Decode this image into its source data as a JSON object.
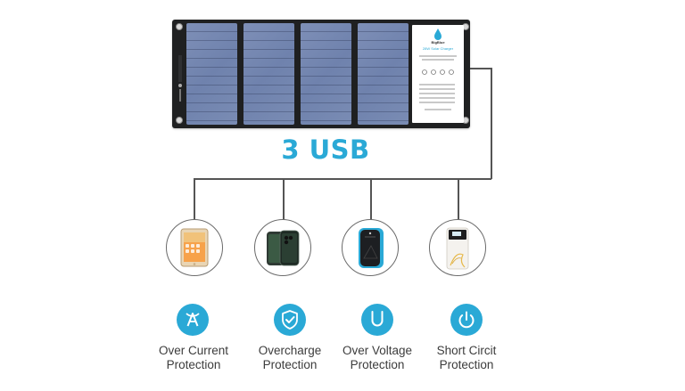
{
  "panel": {
    "label_card": {
      "brand": "BigBlue",
      "title": "28W Solar Charger"
    }
  },
  "headline": "3 USB",
  "devices": [
    {
      "name": "tablet"
    },
    {
      "name": "smartphone"
    },
    {
      "name": "rugged-power-bank"
    },
    {
      "name": "power-bank"
    }
  ],
  "protections": [
    {
      "line1": "Over Current",
      "line2": "Protection",
      "icon": "current-icon"
    },
    {
      "line1": "Overcharge",
      "line2": "Protection",
      "icon": "shield-check-icon"
    },
    {
      "line1": "Over Voltage",
      "line2": "Protection",
      "icon": "voltage-icon"
    },
    {
      "line1": "Short Circit",
      "line2": "Protection",
      "icon": "power-icon"
    }
  ],
  "colors": {
    "accent": "#2aa9d6",
    "panel": "#1f2021",
    "cell": "#7386b0",
    "line": "#555555",
    "text": "#3c3c3c"
  }
}
